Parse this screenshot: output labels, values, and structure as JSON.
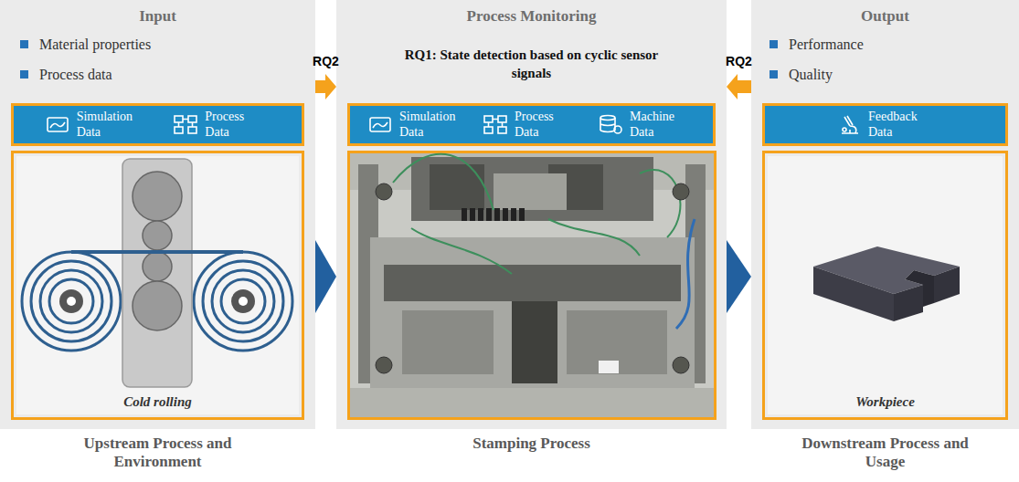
{
  "diagram": {
    "nodes": [
      {
        "text": [
          "Input",
          "Material properties",
          "Process data",
          "Upstream Process and Environment"
        ]
      },
      {
        "text": [
          "Simulation Data",
          "Process Data"
        ],
        "in": 0
      },
      {
        "text": [
          "Cold rolling"
        ],
        "in": 0
      },
      {
        "text": [
          "Process Monitoring",
          "RQ1: State detection based on cyclic sensor signals",
          "Stamping Process"
        ]
      },
      {
        "text": [
          "Simulation Data",
          "Process Data",
          "Machine Data"
        ],
        "in": 3
      },
      {
        "text": [
          "Output",
          "Performance",
          "Quality",
          "Downstream Process and Usage"
        ]
      },
      {
        "text": [
          "Feedback Data"
        ],
        "in": 5
      },
      {
        "text": [
          "Workpiece"
        ],
        "in": 5
      }
    ],
    "edges": [
      {
        "from": 0,
        "to": 3,
        "arrow": "to",
        "label": "RQ2"
      },
      {
        "from": 5,
        "to": 3,
        "arrow": "to",
        "label": "RQ2"
      },
      {
        "from": 0,
        "to": 3,
        "arrow": "to"
      },
      {
        "from": 3,
        "to": 5,
        "arrow": "to"
      }
    ]
  }
}
